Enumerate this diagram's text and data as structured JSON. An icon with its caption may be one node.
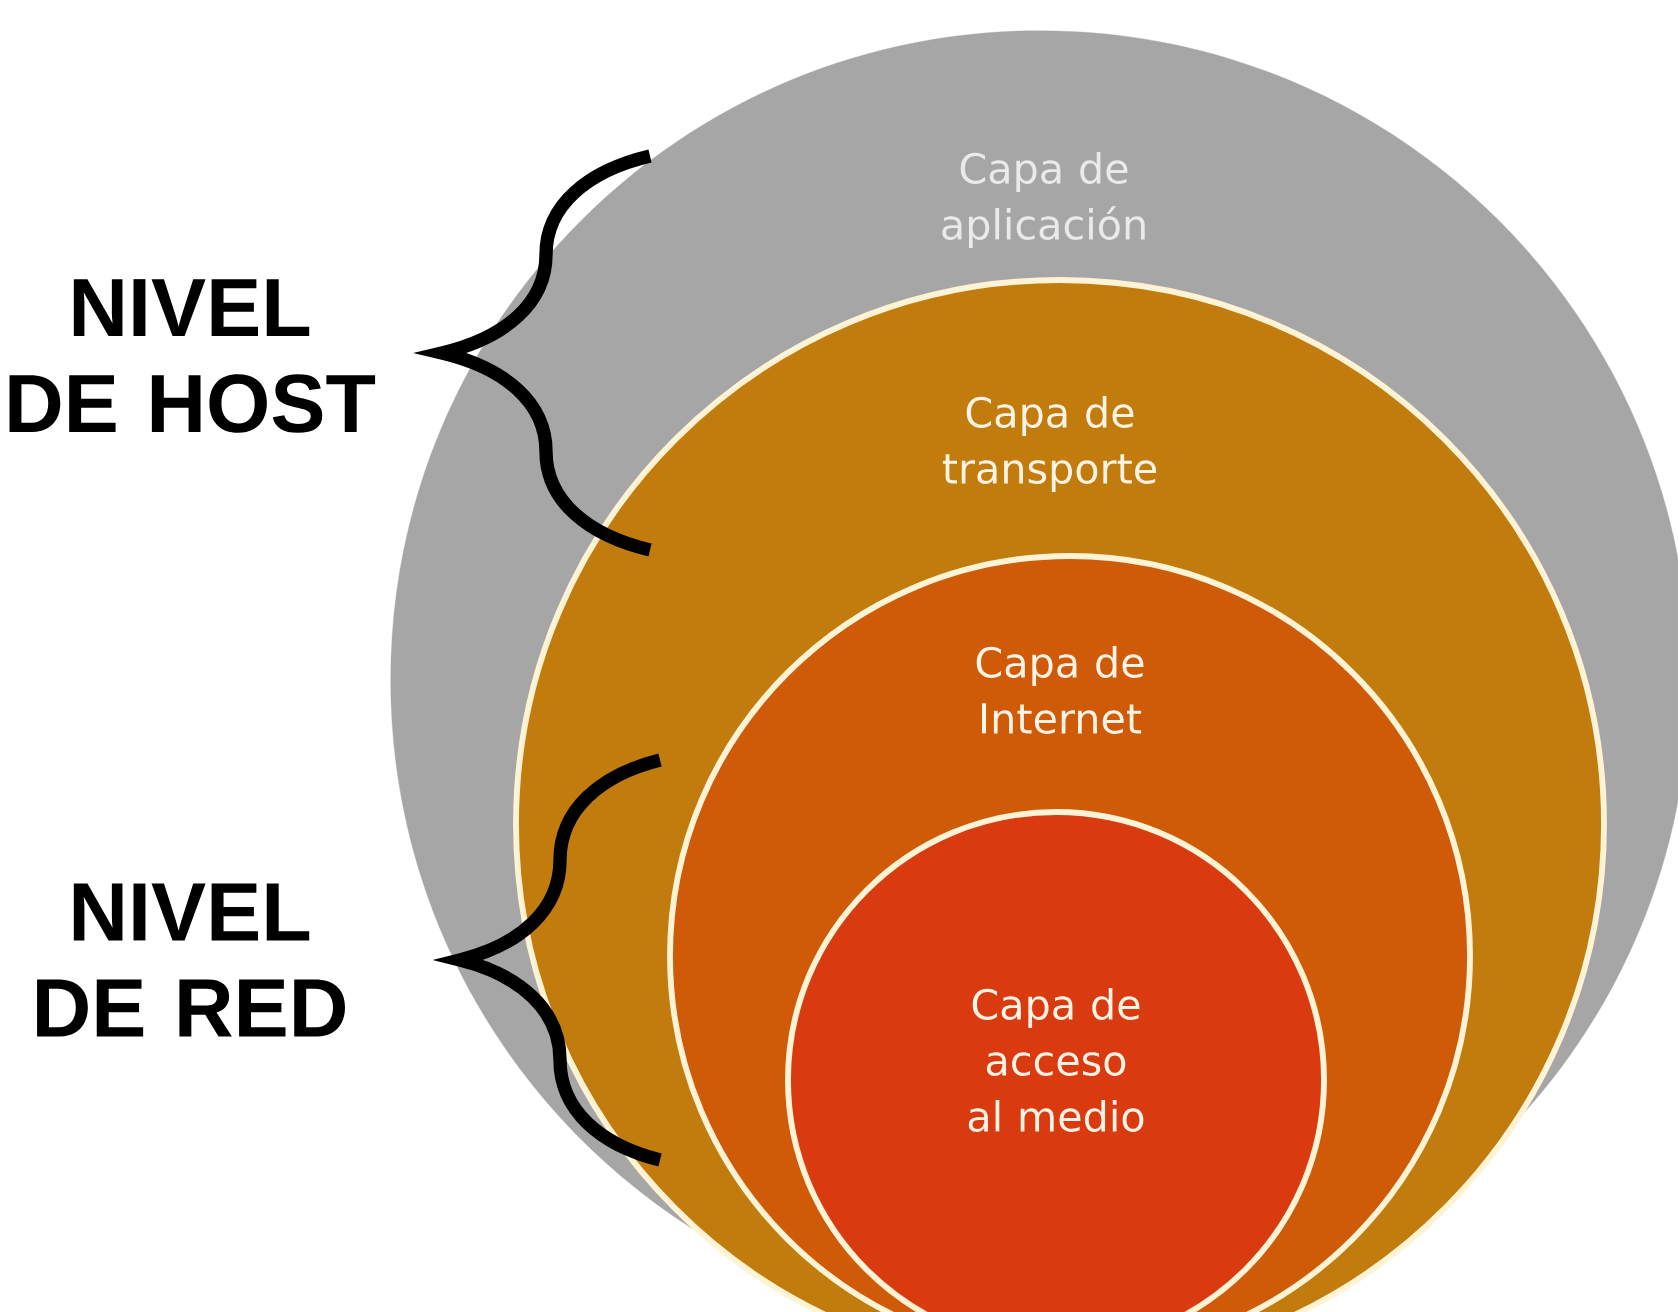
{
  "diagram": {
    "nodes": [
      {
        "text": [
          "Capa de aplicación"
        ]
      },
      {
        "text": [
          "Capa de transporte"
        ],
        "in": 0
      },
      {
        "text": [
          "Capa de Internet"
        ],
        "in": 1
      },
      {
        "text": [
          "Capa de acceso al medio"
        ],
        "in": 2
      }
    ],
    "labels": [
      "NIVEL DE HOST",
      "NIVEL DE RED"
    ]
  }
}
